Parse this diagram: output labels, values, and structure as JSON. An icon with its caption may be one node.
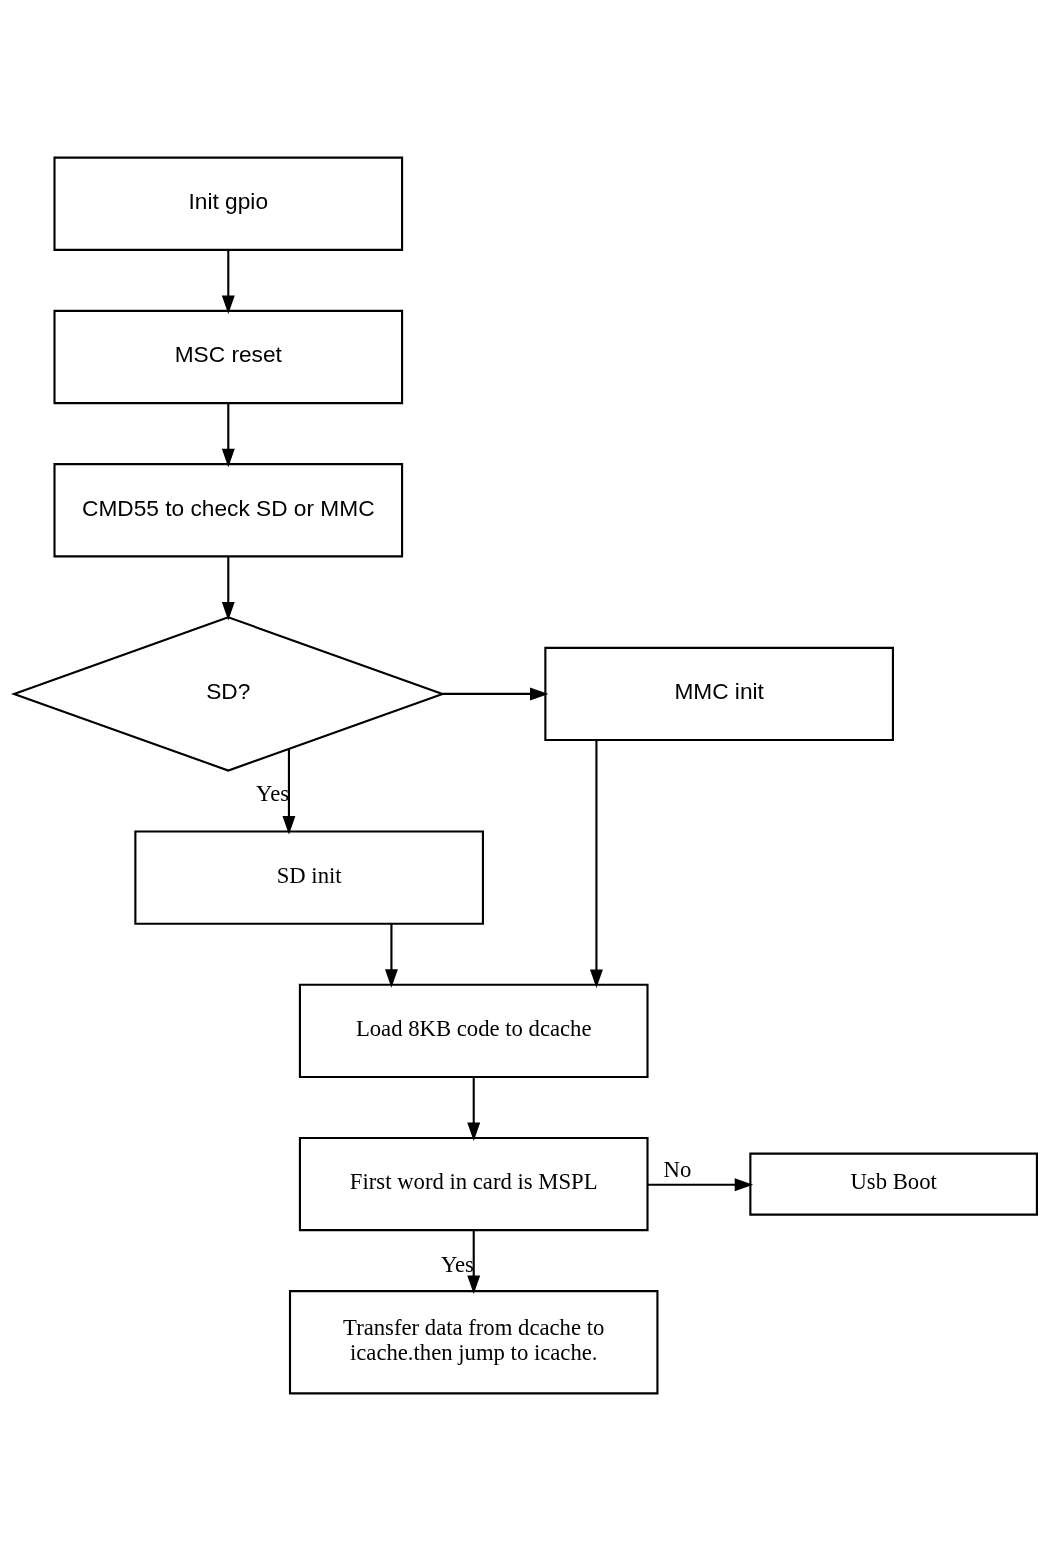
{
  "diagram": {
    "nodes": [
      {
        "text": [
          "Init gpio"
        ]
      },
      {
        "text": [
          "MSC reset"
        ]
      },
      {
        "text": [
          "CMD55 to check SD or MMC"
        ]
      },
      {
        "text": [
          "SD?"
        ]
      },
      {
        "text": [
          "MMC init"
        ]
      },
      {
        "text": [
          "SD init"
        ]
      },
      {
        "text": [
          "Load 8KB code to dcache"
        ]
      },
      {
        "text": [
          "First word in card is MSPL"
        ]
      },
      {
        "text": [
          "Usb Boot"
        ]
      },
      {
        "text": [
          "Transfer data from dcache to icache.then jump to icache."
        ]
      }
    ],
    "edges": [
      {
        "from": 0,
        "to": 1,
        "arrow": "to"
      },
      {
        "from": 1,
        "to": 2,
        "arrow": "to"
      },
      {
        "from": 2,
        "to": 3,
        "arrow": "to"
      },
      {
        "from": 3,
        "to": 4,
        "arrow": "to"
      },
      {
        "from": 3,
        "to": 5,
        "label": "Yes",
        "arrow": "to"
      },
      {
        "from": 5,
        "to": 6,
        "arrow": "to"
      },
      {
        "from": 4,
        "to": 6,
        "arrow": "to"
      },
      {
        "from": 6,
        "to": 7,
        "arrow": "to"
      },
      {
        "from": 7,
        "to": 8,
        "label": "No",
        "arrow": "to"
      },
      {
        "from": 7,
        "to": 9,
        "label": "Yes",
        "arrow": "to"
      }
    ]
  }
}
